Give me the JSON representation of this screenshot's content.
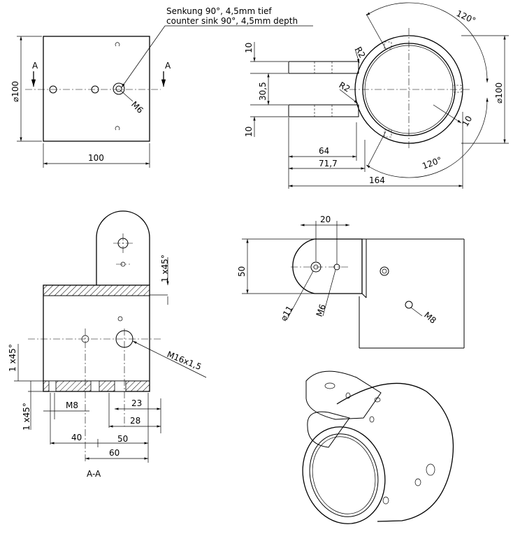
{
  "note": {
    "line1": "Senkung 90°, 4,5mm tief",
    "line2": "counter sink 90°, 4,5mm depth"
  },
  "front_view": {
    "dim_width": "100",
    "dim_height": "⌀100",
    "section_mark_left": "A",
    "section_mark_right": "A",
    "thread": "M6"
  },
  "top_view": {
    "dim_10_top": "10",
    "dim_30_5": "30,5",
    "dim_10_bottom": "10",
    "radius_top": "R2",
    "radius_bottom": "R2",
    "angle_top": "120°",
    "angle_bottom": "120°",
    "dim_64": "64",
    "dim_71_7": "71,7",
    "dim_164": "164",
    "dim_diameter": "⌀100",
    "wall": "10"
  },
  "section_view": {
    "chamfer_top": "1 x45°",
    "chamfer_left": "1 x45°",
    "chamfer_bottom": "1 x45°",
    "thread_m16": "M16x1,5",
    "thread_m8": "M8",
    "dim_23": "23",
    "dim_28": "28",
    "dim_40": "40",
    "dim_50": "50",
    "dim_60": "60",
    "label": "A-A"
  },
  "side_view": {
    "dim_20": "20",
    "dim_50": "50",
    "dia_11": "⌀11",
    "thread_m6": "M6",
    "thread_m8": "M8"
  }
}
